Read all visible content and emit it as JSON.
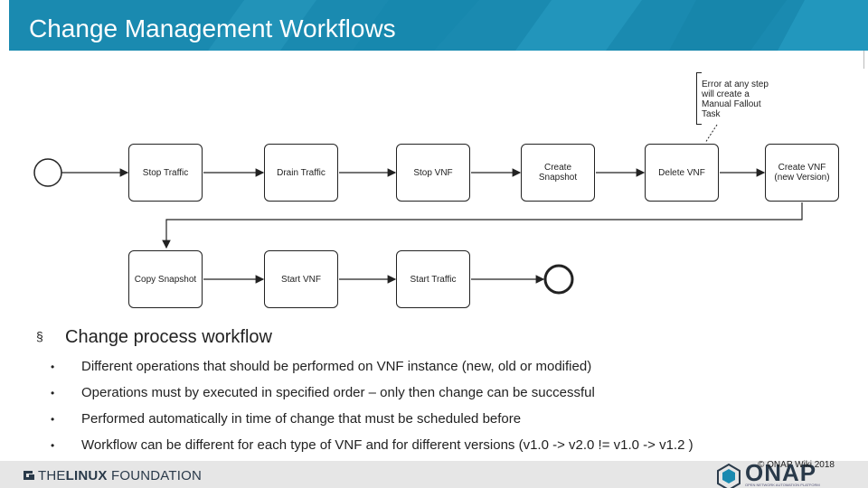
{
  "header": {
    "title": "Change Management Workflows"
  },
  "diagram": {
    "row1": [
      "Stop Traffic",
      "Drain Traffic",
      "Stop VNF",
      "Create\nSnapshot",
      "Delete VNF",
      "Create VNF\n(new Version)"
    ],
    "row2": [
      "Copy Snapshot",
      "Start VNF",
      "Start Traffic"
    ],
    "note": "Error at any step\nwill create a\nManual Fallout\nTask"
  },
  "content": {
    "heading": "Change process workflow",
    "heading_marker": "§",
    "bullet_marker": "•",
    "bullets": [
      "Different operations that should be performed on VNF instance (new, old or modified)",
      "Operations must by executed in specified order – only then change can be successful",
      "Performed automatically in time of change that must be scheduled before",
      "Workflow can be different for each type of VNF and for different versions (v1.0 -> v2.0 != v1.0 -> v1.2 )"
    ]
  },
  "footer": {
    "linux_foundation": {
      "the": "THE",
      "linux": "LINUX",
      "foundation": "FOUNDATION"
    },
    "onap_logo": "ONAP",
    "onap_tagline": "OPEN NETWORK AUTOMATION PLATFORM",
    "copyright": "© ONAP Wiki 2018"
  },
  "colors": {
    "header": "#1a8ab0",
    "footer": "#e6e6e6",
    "text": "#222222"
  }
}
